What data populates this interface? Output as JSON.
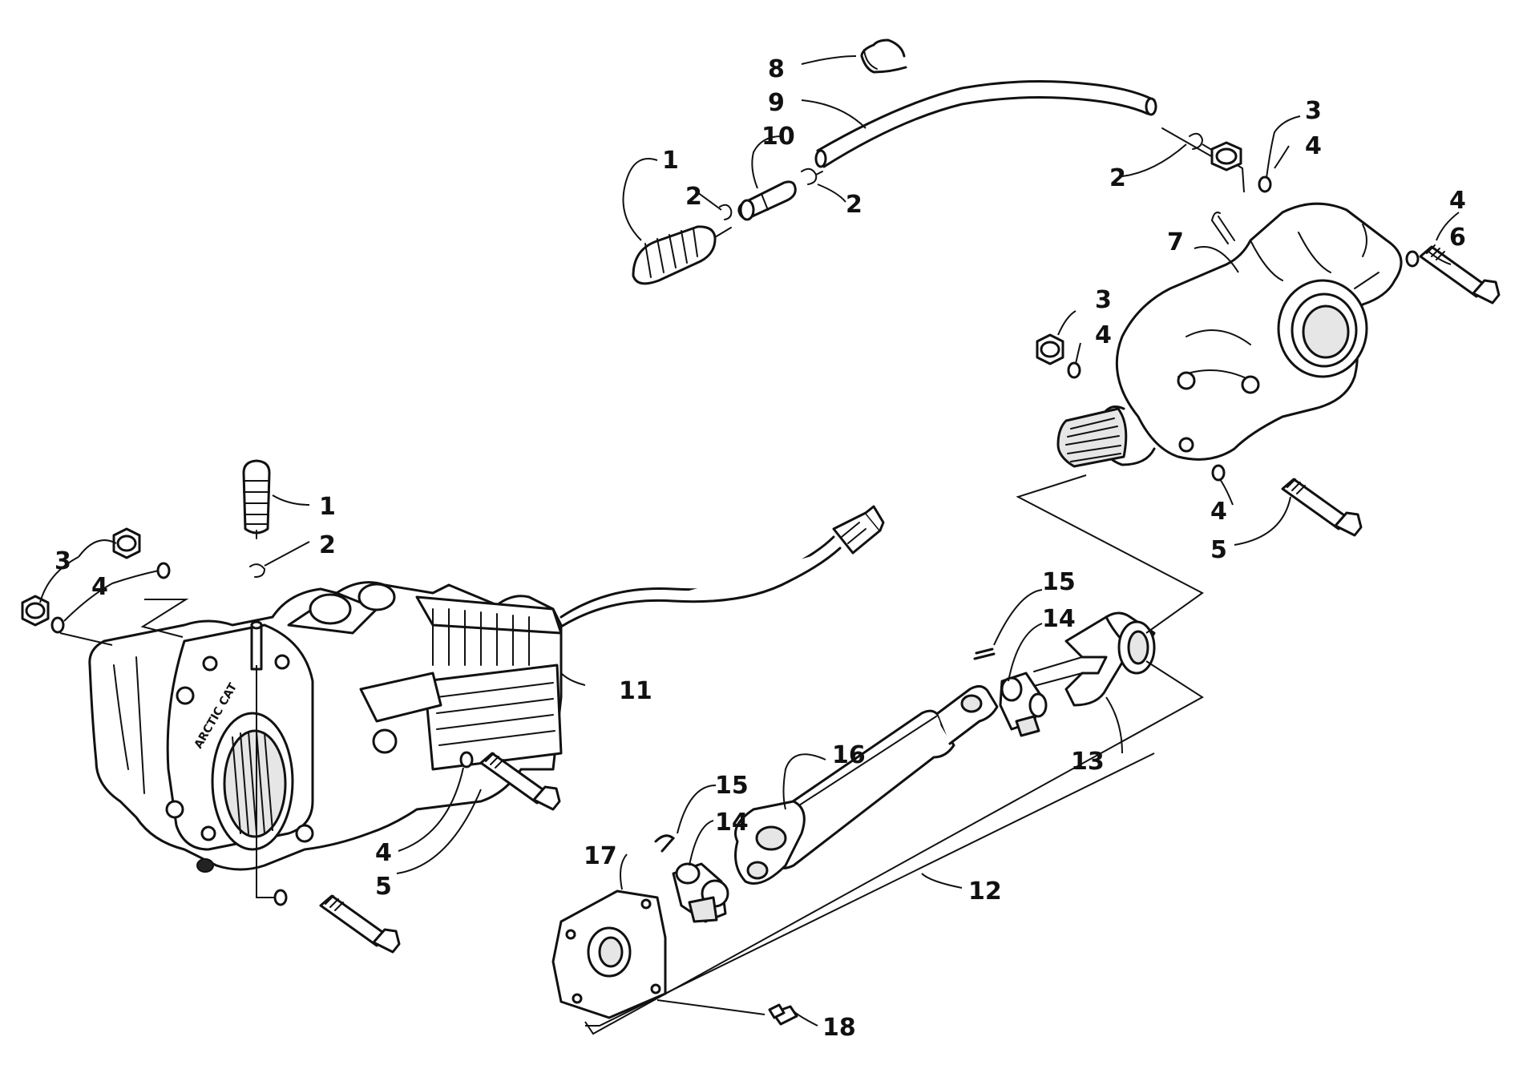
{
  "callouts": {
    "c1a": "1",
    "c2a": "2",
    "c10": "10",
    "c2b": "2",
    "c8": "8",
    "c9": "9",
    "c2c": "2",
    "c3a": "3",
    "c4a": "4",
    "c7": "7",
    "c4b": "4",
    "c6": "6",
    "c3b": "3",
    "c4c": "4",
    "c4d": "4",
    "c5a": "5",
    "c1b": "1",
    "c2d": "2",
    "c3c": "3",
    "c4e": "4",
    "c11": "11",
    "c4f": "4",
    "c5b": "5",
    "c15a": "15",
    "c14a": "14",
    "c13": "13",
    "c16": "16",
    "c15b": "15",
    "c14b": "14",
    "c17": "17",
    "c12": "12",
    "c18": "18"
  },
  "housing_logo": "ARCTIC CAT"
}
